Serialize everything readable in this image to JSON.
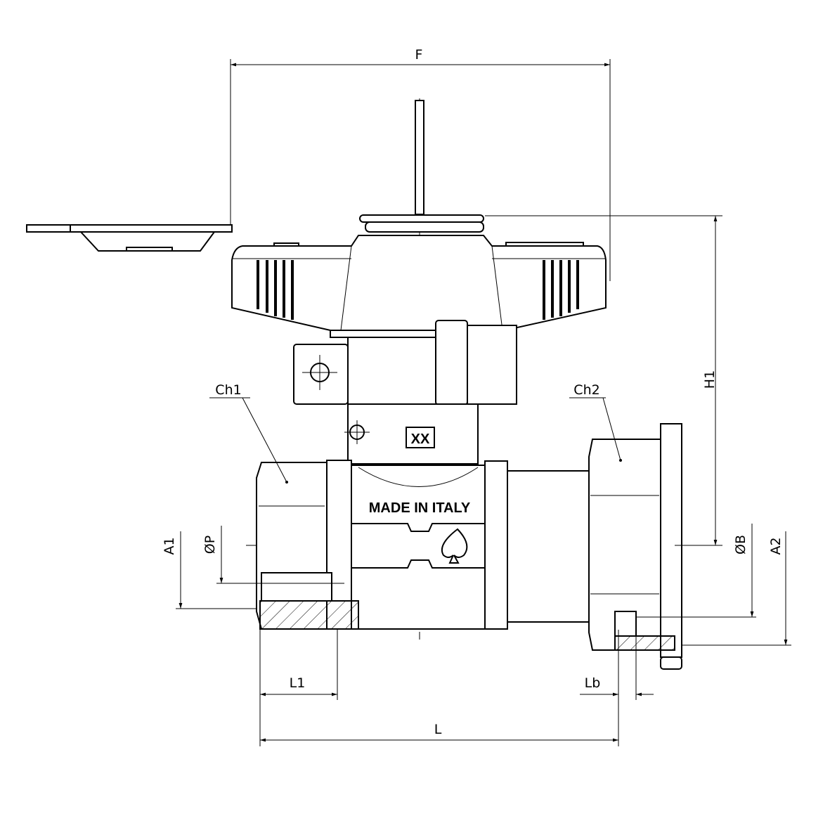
{
  "dimensions": {
    "F": "F",
    "H1": "H1",
    "A1": "A1",
    "A2": "A2",
    "P": "ØP",
    "B": "ØB",
    "L1": "L1",
    "Lb": "Lb",
    "L": "L"
  },
  "callouts": {
    "ch1": "Ch1",
    "ch2": "Ch2"
  },
  "markings": {
    "size_code": "XX",
    "origin": "MADE IN ITALY"
  }
}
